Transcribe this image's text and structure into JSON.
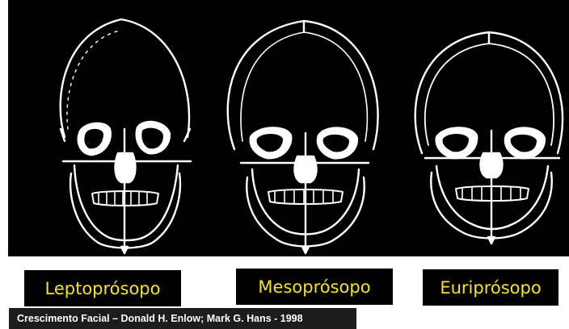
{
  "skulls": [
    {
      "name": "leptoprosopo",
      "label": "Leptoprósopo"
    },
    {
      "name": "mesoprosopo",
      "label": "Mesoprósopo"
    },
    {
      "name": "euriprosopo",
      "label": "Euriprósopo"
    }
  ],
  "caption": "Crescimento Facial – Donald H. Enlow; Mark G. Hans - 1998",
  "colors": {
    "background": "#000000",
    "line": "#ffffff",
    "label_text": "#f7e21a",
    "caption_bg": "#1c1c1c"
  }
}
